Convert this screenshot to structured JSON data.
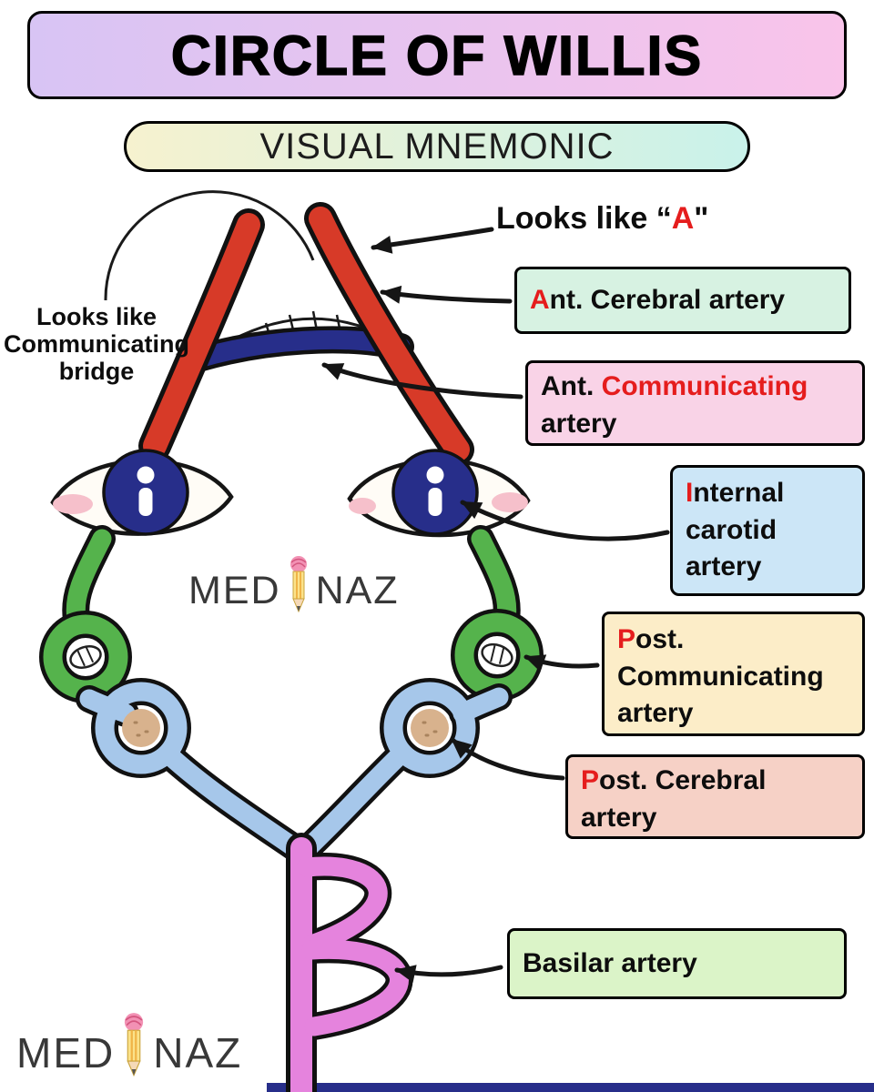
{
  "page": {
    "title": "CIRCLE OF WILLIS",
    "subtitle": "VISUAL MNEMONIC"
  },
  "notes": {
    "looks_like_a": {
      "prefix": "Looks like ",
      "open_quote": "“",
      "letter": "A",
      "close_quote": "\""
    },
    "bridge": {
      "line1": "Looks like",
      "line2": "Communicating",
      "line3": "bridge"
    }
  },
  "labels": {
    "ant_cerebral": {
      "lead": "A",
      "rest": "nt. Cerebral artery",
      "bg": "#d7f2e2"
    },
    "ant_communicating": {
      "line1_start": "Ant. ",
      "line1_red": "Communicating",
      "line2": "artery",
      "bg": "#f9d3e7"
    },
    "internal_carotid": {
      "lead": "I",
      "rest": "nternal",
      "line2": "carotid",
      "line3": "artery",
      "bg": "#cce6f7"
    },
    "post_communicating": {
      "lead": "P",
      "rest": "ost.",
      "line2": "Communicating",
      "line3": "artery",
      "bg": "#fcedc8"
    },
    "post_cerebral": {
      "lead": "P",
      "rest": "ost. Cerebral",
      "line2": "artery",
      "bg": "#f6d1c6"
    },
    "basilar": {
      "text": "Basilar artery",
      "bg": "#dbf4c8"
    }
  },
  "watermark": {
    "med": "MED",
    "naz": "NAZ"
  },
  "colors": {
    "accent_red": "#e51d1d",
    "title_grad_left": "#d8c4f4",
    "title_grad_right": "#f9c4ea",
    "subtitle_grad_left": "#f6f2cf",
    "subtitle_grad_right": "#c9f2ea",
    "artery_red": "#d73a28",
    "artery_navy": "#272e8a",
    "artery_green": "#55b34c",
    "artery_blue": "#a6c7ea",
    "artery_pink": "#e583dd",
    "tan": "#d8b28d"
  }
}
